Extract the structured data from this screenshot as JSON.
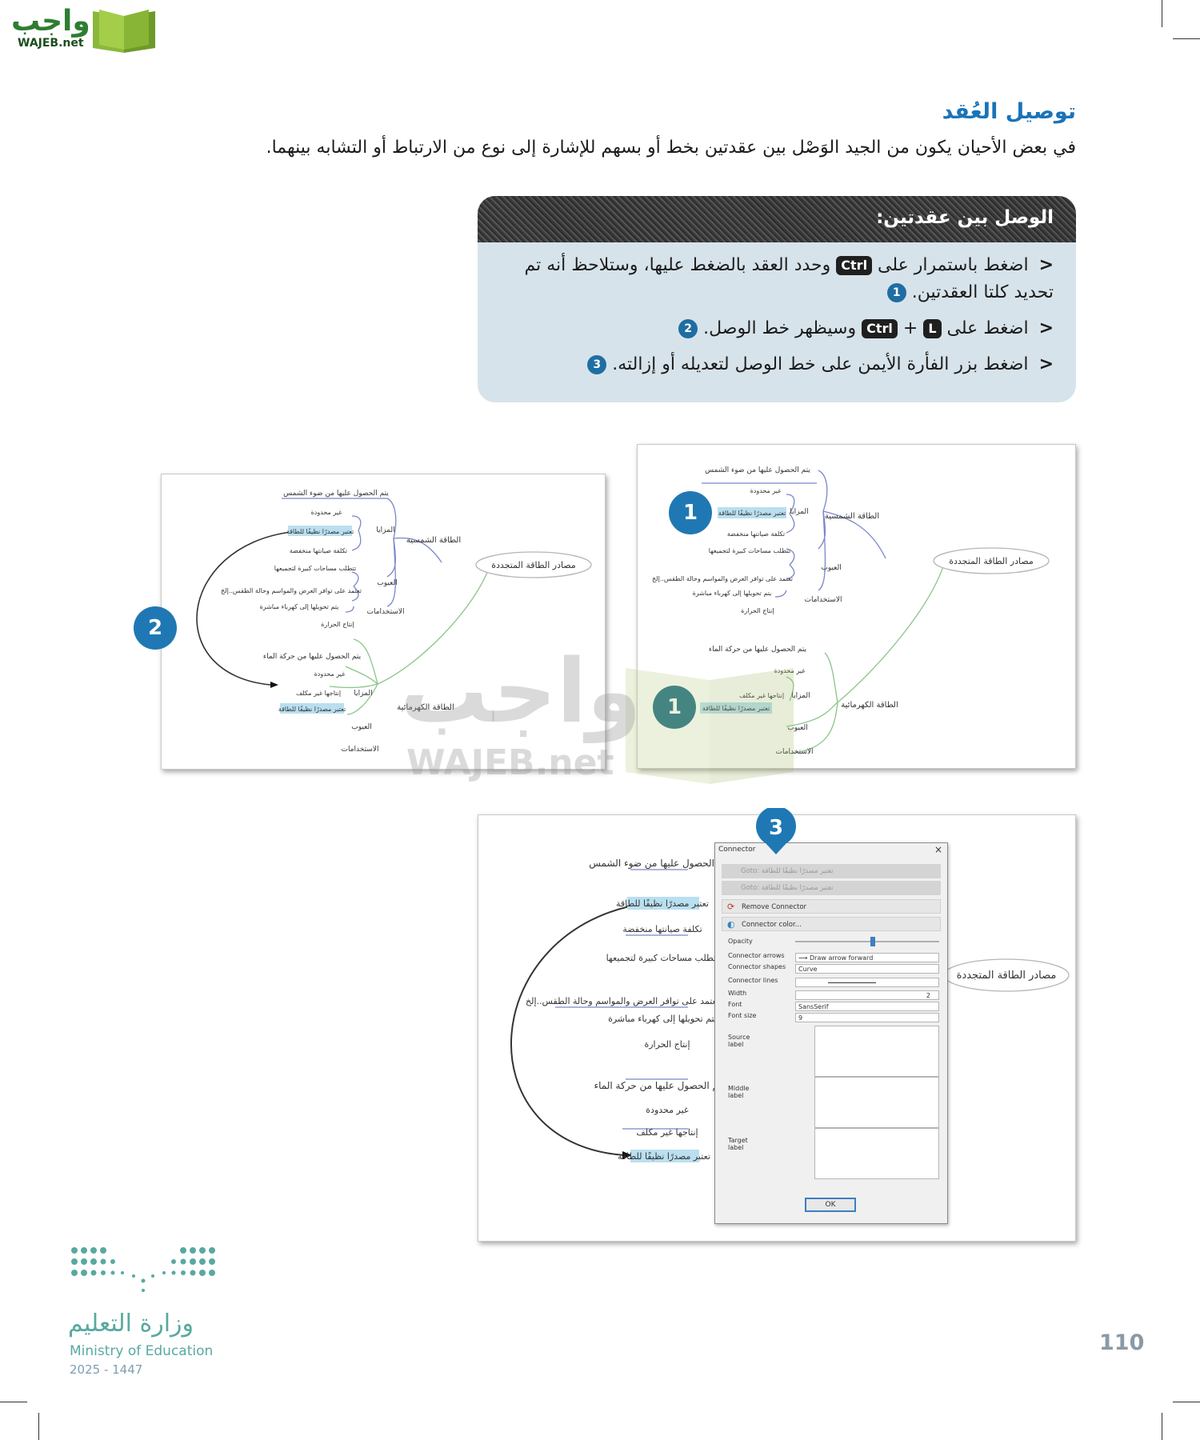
{
  "logo": {
    "arabic": "واجب",
    "latin": "WAJEB.net"
  },
  "section": {
    "title": "توصيل العُقد",
    "intro": "في بعض الأحيان يكون من الجيد الوَصْل بين عقدتين بخط أو بسهم للإشارة إلى نوع من الارتباط أو التشابه بينهما."
  },
  "instruction_box": {
    "heading": "الوصل بين عقدتين:",
    "step1": {
      "part1": "اضغط باستمرار على",
      "key": "Ctrl",
      "part2": "وحدد العقد بالضغط عليها، وستلاحظ أنه تم تحديد كلتا العقدتين.",
      "num": "1"
    },
    "step2": {
      "part1": "اضغط على",
      "key1": "L",
      "plus": "+",
      "key2": "Ctrl",
      "part2": "وسيظهر خط الوصل.",
      "num": "2"
    },
    "step3": {
      "part1": "اضغط بزر الفأرة الأيمن على خط الوصل لتعديله أو إزالته.",
      "num": "3"
    }
  },
  "mindmap": {
    "root": "مصادر الطاقة المتجددة",
    "solar": "الطاقة الشمسية",
    "solar_source": "يتم الحصول عليها من ضوء الشمس",
    "advantages": "المزايا",
    "unlimited": "غير محدودة",
    "clean": "تعتبر مصدرًا نظيفًا للطاقة",
    "low_maintenance": "تكلفة صيانتها منخفضة",
    "disadvantages": "العيوب",
    "large_area": "تتطلب مساحات كبيرة لتجميعها",
    "weather": "تعتمد على توافر العرض والمواسم وحالة الطقس..إلخ",
    "uses": "الاستخدامات",
    "electricity": "يتم تحويلها إلى كهرباء مباشرة",
    "heat": "إنتاج الحرارة",
    "hydro": "الطاقة الكهرمائية",
    "hydro_source": "يتم الحصول عليها من حركة الماء",
    "cheap": "إنتاجها غير مكلف"
  },
  "callouts": {
    "one": "1",
    "two": "2",
    "three": "3"
  },
  "dialog": {
    "title": "Connector",
    "close": "×",
    "goto1": "Goto: تعتبر مصدرًا نظيفًا للطاقة",
    "goto2": "Goto: تعتبر مصدرًا نظيفًا للطاقة",
    "remove": "Remove Connector",
    "color": "Connector color...",
    "opacity": "Opacity",
    "arrows_label": "Connector arrows",
    "arrows_value": "Draw arrow forward",
    "shapes_label": "Connector shapes",
    "shapes_value": "Curve",
    "lines_label": "Connector lines",
    "width_label": "Width",
    "width_value": "2",
    "font_label": "Font",
    "font_value": "SansSerif",
    "fontsize_label": "Font size",
    "fontsize_value": "9",
    "source_label": "Source label",
    "middle_label": "Middle label",
    "target_label": "Target label",
    "ok": "OK"
  },
  "watermark": {
    "arabic": "واجب",
    "latin": "WAJEB.net"
  },
  "footer": {
    "ministry_ar": "وزارة التعليم",
    "ministry_en": "Ministry of Education",
    "year": "2025 - 1447",
    "page_number": "110"
  },
  "colors": {
    "accent_blue": "#1a73b8",
    "callout_blue": "#1f78b4",
    "box_bg": "#d7e3ea",
    "ministry_teal": "#59a9a0"
  }
}
